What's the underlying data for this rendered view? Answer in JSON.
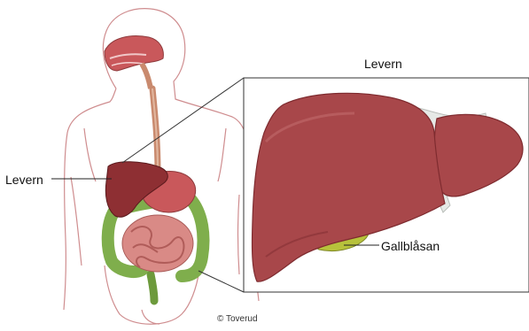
{
  "labels": {
    "liver_left": "Levern",
    "liver_title": "Levern",
    "gallbladder": "Gallblåsan",
    "credit": "© Toverud"
  },
  "colors": {
    "liver": "#a8474a",
    "liver_dark": "#7e2b2f",
    "gallbladder": "#b7c23b",
    "stomach": "#c9585b",
    "small_intestine": "#d98a86",
    "large_intestine": "#7fae4c",
    "esophagus": "#c98a6e",
    "ligament": "#e6e9e6",
    "outline": "#c98586"
  }
}
